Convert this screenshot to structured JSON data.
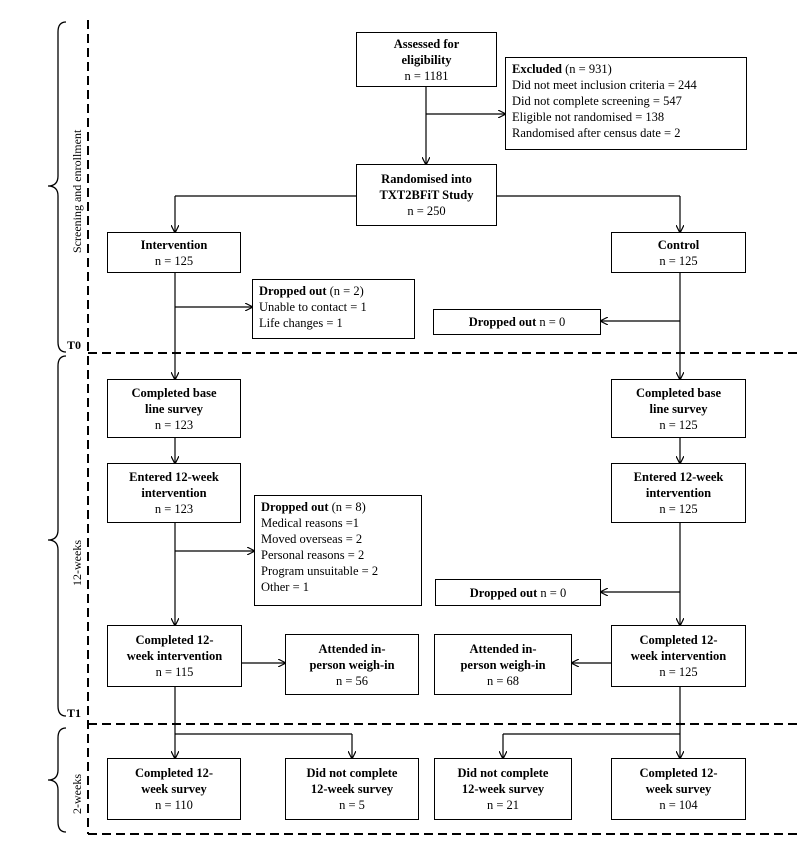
{
  "phases": {
    "screening": "Screening and enrollment",
    "weeks12": "12-weeks",
    "weeks2": "2-weeks",
    "t0": "T0",
    "t1": "T1"
  },
  "boxes": {
    "assessed": {
      "title1": "Assessed for",
      "title2": "eligibility",
      "n": "n = 1181"
    },
    "excluded": {
      "title": "Excluded",
      "title_n": " (n = 931)",
      "lines": [
        "Did not meet inclusion  criteria = 244",
        "Did not complete screening = 547",
        "Eligible  not randomised = 138",
        "Randomised after census date = 2"
      ]
    },
    "randomised": {
      "title1": "Randomised into",
      "title2": "TXT2BFiT Study",
      "n": "n = 250"
    },
    "intervention": {
      "title": "Intervention",
      "n": "n = 125"
    },
    "control": {
      "title": "Control",
      "n": "n = 125"
    },
    "dropped_int_1": {
      "title": "Dropped out",
      "title_n": " (n = 2)",
      "lines": [
        "Unable to contact = 1",
        "Life changes = 1"
      ]
    },
    "dropped_ctl_1": {
      "title": "Dropped out",
      "title_n": " n = 0"
    },
    "baseline_int": {
      "title1": "Completed base",
      "title2": "line survey",
      "n": "n = 123"
    },
    "baseline_ctl": {
      "title1": "Completed base",
      "title2": "line survey",
      "n": "n = 125"
    },
    "entered_int": {
      "title1": "Entered 12-week",
      "title2": "intervention",
      "n": "n = 123"
    },
    "entered_ctl": {
      "title1": "Entered 12-week",
      "title2": "intervention",
      "n": "n = 125"
    },
    "dropped_int_2": {
      "title": "Dropped out",
      "title_n": " (n = 8)",
      "lines": [
        "Medical reasons =1",
        "Moved overseas = 2",
        "Personal reasons = 2",
        "Program unsuitable  = 2",
        "Other = 1"
      ]
    },
    "dropped_ctl_2": {
      "title": "Dropped out",
      "title_n": " n = 0"
    },
    "completed_int": {
      "title1": "Completed 12-",
      "title2": "week intervention",
      "n": "n = 115"
    },
    "completed_ctl": {
      "title1": "Completed 12-",
      "title2": "week intervention",
      "n": "n = 125"
    },
    "weighin_int": {
      "title1": "Attended in-",
      "title2": "person weigh-in",
      "n": "n = 56"
    },
    "weighin_ctl": {
      "title1": "Attended in-",
      "title2": "person weigh-in",
      "n": "n = 68"
    },
    "survey_int": {
      "title1": "Completed 12-",
      "title2": "week survey",
      "n": "n = 110"
    },
    "nosurvey_int": {
      "title1": "Did not complete",
      "title2": "12-week survey",
      "n": "n = 5"
    },
    "nosurvey_ctl": {
      "title1": "Did not complete",
      "title2": "12-week survey",
      "n": "n = 21"
    },
    "survey_ctl": {
      "title1": "Completed 12-",
      "title2": "week survey",
      "n": "n = 104"
    }
  }
}
